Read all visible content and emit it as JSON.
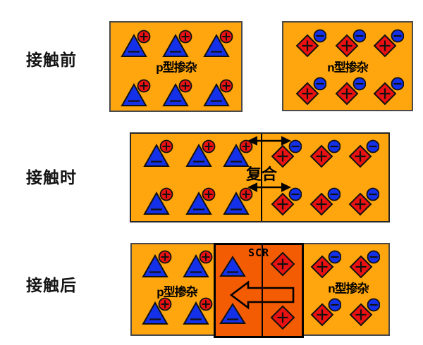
{
  "stages": [
    {
      "label": "接触前"
    },
    {
      "label": "接触时"
    },
    {
      "label": "接触后"
    }
  ],
  "regions": {
    "p_type_label": "p型掺杂",
    "n_type_label": "n型掺杂",
    "recombination_label": "复合",
    "scr_label": "SCR"
  },
  "particles": {
    "before_p": {
      "acceptor_hole_pairs": 6
    },
    "before_n": {
      "donor_electron_pairs": 6
    },
    "contact_p_side": {
      "acceptor_hole_pairs": 6
    },
    "contact_n_side": {
      "donor_electron_pairs": 6
    },
    "after_p_side": {
      "acceptor_hole_pairs": 4
    },
    "after_n_side": {
      "donor_electron_pairs": 4
    },
    "scr": {
      "bare_acceptors": 2,
      "bare_donors": 2
    }
  },
  "symbols": {
    "acceptor_sign": "−",
    "hole_sign": "+",
    "donor_sign": "+",
    "electron_sign": "−"
  },
  "colors": {
    "semiconductor_fill": "#FFA60F",
    "scr_fill": "#F45C03",
    "red": "#E91111",
    "blue": "#1430E8",
    "stroke": "#111111"
  }
}
